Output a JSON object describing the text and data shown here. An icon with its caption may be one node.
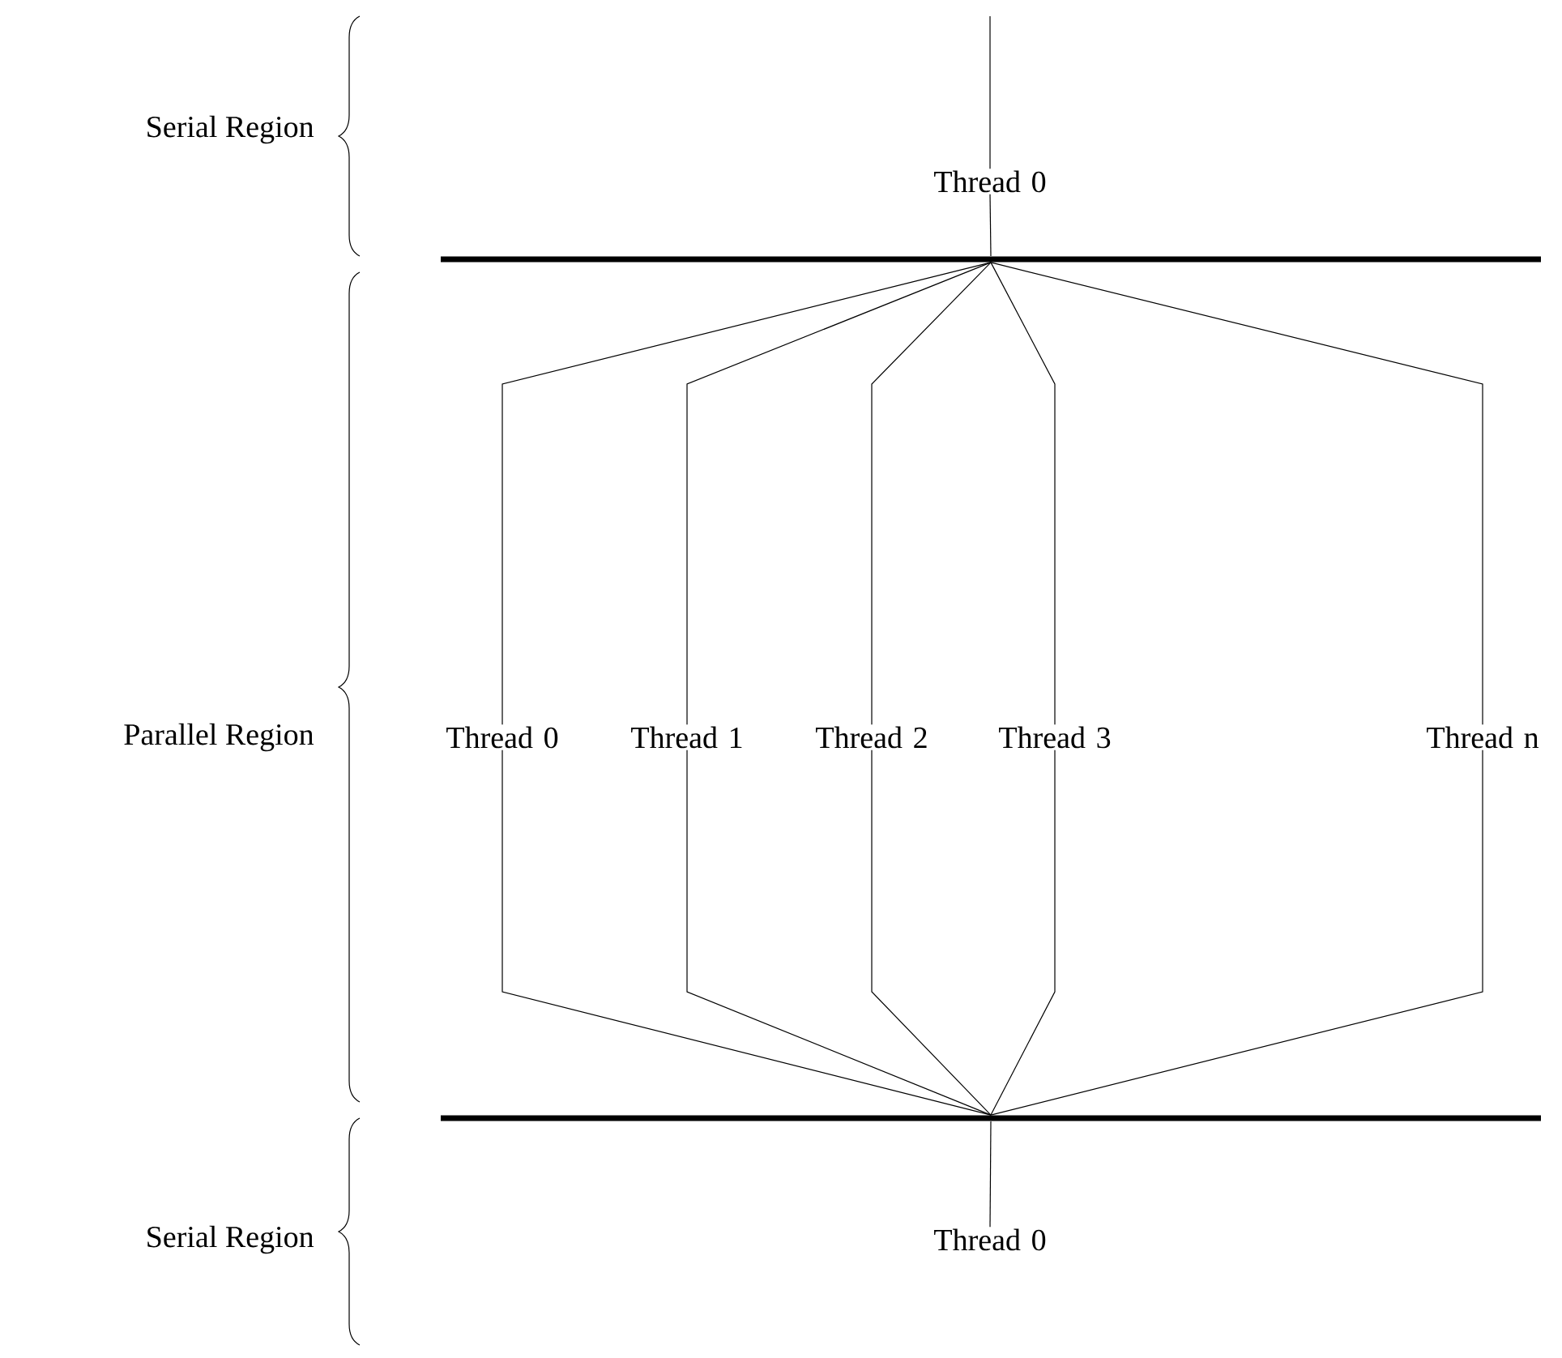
{
  "diagram": {
    "nodes": [
      {
        "text": [
          "Thread 0"
        ]
      },
      {
        "text": [],
        "shape": "bar"
      },
      {
        "text": [
          "Thread 0"
        ]
      },
      {
        "text": [
          "Thread 1"
        ]
      },
      {
        "text": [
          "Thread 2"
        ]
      },
      {
        "text": [
          "Thread 3"
        ]
      },
      {
        "text": [
          "Thread n"
        ]
      },
      {
        "text": [],
        "shape": "bar"
      },
      {
        "text": [
          "Thread 0"
        ]
      }
    ],
    "edges": [
      {
        "from": null,
        "to": 0,
        "arrow": "none"
      },
      {
        "from": 0,
        "to": 1,
        "arrow": "none"
      },
      {
        "from": 1,
        "to": 2,
        "arrow": "none"
      },
      {
        "from": 1,
        "to": 3,
        "arrow": "none"
      },
      {
        "from": 1,
        "to": 4,
        "arrow": "none"
      },
      {
        "from": 1,
        "to": 5,
        "arrow": "none"
      },
      {
        "from": 1,
        "to": 6,
        "arrow": "none"
      },
      {
        "from": 2,
        "to": 7,
        "arrow": "none"
      },
      {
        "from": 3,
        "to": 7,
        "arrow": "none"
      },
      {
        "from": 4,
        "to": 7,
        "arrow": "none"
      },
      {
        "from": 5,
        "to": 7,
        "arrow": "none"
      },
      {
        "from": 6,
        "to": 7,
        "arrow": "none"
      },
      {
        "from": 7,
        "to": 8,
        "arrow": "none"
      }
    ],
    "labels": [
      "Serial Region",
      "Parallel Region",
      "Serial Region"
    ]
  }
}
